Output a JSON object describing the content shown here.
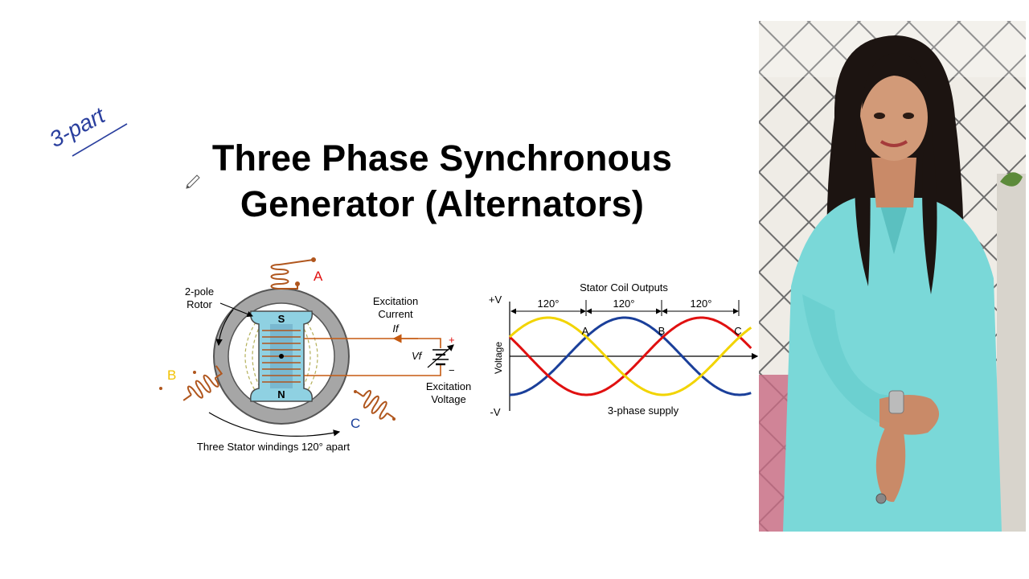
{
  "slide": {
    "title_line1": "Three Phase Synchronous",
    "title_line2": "Generator (Alternators)",
    "annotation": "3-part"
  },
  "generator_diagram": {
    "rotor_label_1": "2-pole",
    "rotor_label_2": "Rotor",
    "pole_s": "S",
    "pole_n": "N",
    "coil_a": "A",
    "coil_b": "B",
    "coil_c": "C",
    "excitation_current_1": "Excitation",
    "excitation_current_2": "Current",
    "if_symbol": "If",
    "vf_symbol": "Vf",
    "plus": "+",
    "minus": "−",
    "excitation_voltage_1": "Excitation",
    "excitation_voltage_2": "Voltage",
    "caption": "Three Stator windings 120° apart"
  },
  "waveform_diagram": {
    "title": "Stator Coil Outputs",
    "y_top": "+V",
    "y_bottom": "-V",
    "y_axis": "Voltage",
    "phase_span_1": "120°",
    "phase_span_2": "120°",
    "phase_span_3": "120°",
    "label_a": "A",
    "label_b": "B",
    "label_c": "C",
    "caption": "3-phase supply",
    "colors": {
      "A": "#1a3f9a",
      "B": "#e01010",
      "C": "#f2d400"
    }
  },
  "presenter": {
    "kurta_color": "#7ad8d8"
  }
}
